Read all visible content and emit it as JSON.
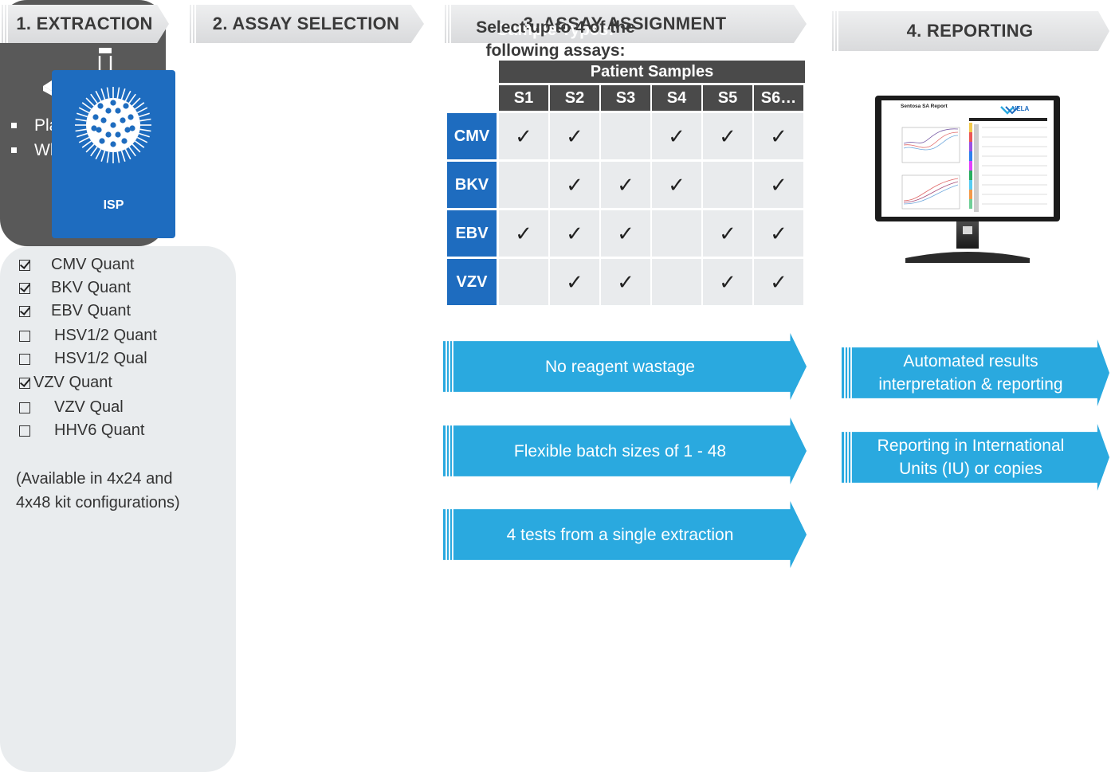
{
  "steps": [
    {
      "label": "1. EXTRACTION"
    },
    {
      "label": "2. ASSAY SELECTION"
    },
    {
      "label": "3. ASSAY ASSIGNMENT"
    },
    {
      "label": "4. REPORTING"
    }
  ],
  "extraction": {
    "title": "Sample Types:",
    "items": [
      "Plasma",
      "Whole Blood"
    ],
    "icons": [
      "sample-cartridge-icon",
      "test-tube-icon"
    ]
  },
  "selection": {
    "title_line1": "Select up to 4 of the",
    "title_line2": "following assays:",
    "kit_label": "ISP",
    "assays": [
      {
        "name": "CMV Quant",
        "checked": true
      },
      {
        "name": "BKV Quant",
        "checked": true
      },
      {
        "name": "EBV Quant",
        "checked": true
      },
      {
        "name": "HSV1/2 Quant",
        "checked": false
      },
      {
        "name": "HSV1/2 Qual",
        "checked": false
      },
      {
        "name": "VZV Quant",
        "checked": true
      },
      {
        "name": "VZV Qual",
        "checked": false
      },
      {
        "name": "HHV6 Quant",
        "checked": false
      }
    ],
    "note_line1": "(Available in 4x24 and",
    "note_line2": "4x48 kit configurations)"
  },
  "assignment": {
    "header": "Patient Samples",
    "columns": [
      "S1",
      "S2",
      "S3",
      "S4",
      "S5",
      "S6…"
    ],
    "rows": [
      {
        "label": "CMV",
        "marks": [
          true,
          true,
          false,
          true,
          true,
          true
        ]
      },
      {
        "label": "BKV",
        "marks": [
          false,
          true,
          true,
          true,
          false,
          true
        ]
      },
      {
        "label": "EBV",
        "marks": [
          true,
          true,
          true,
          false,
          true,
          true
        ]
      },
      {
        "label": "VZV",
        "marks": [
          false,
          true,
          true,
          false,
          true,
          true
        ]
      }
    ],
    "check_glyph": "✓",
    "benefits": [
      "No reagent wastage",
      "Flexible batch sizes of 1 - 48",
      "4 tests from a single extraction"
    ]
  },
  "reporting": {
    "screen_title": "Sentosa SA Report",
    "brand": "VELA",
    "benefits": [
      {
        "line1": "Automated results",
        "line2": "interpretation & reporting"
      },
      {
        "line1": "Reporting in International",
        "line2": "Units (IU) or copies"
      }
    ]
  },
  "colors": {
    "panel_dark": "#595959",
    "panel_light": "#e9ecee",
    "accent_blue": "#1e6cbf",
    "arrow_blue": "#2aa9df",
    "table_header": "#4a4a4a",
    "table_cell": "#e9ebed"
  }
}
